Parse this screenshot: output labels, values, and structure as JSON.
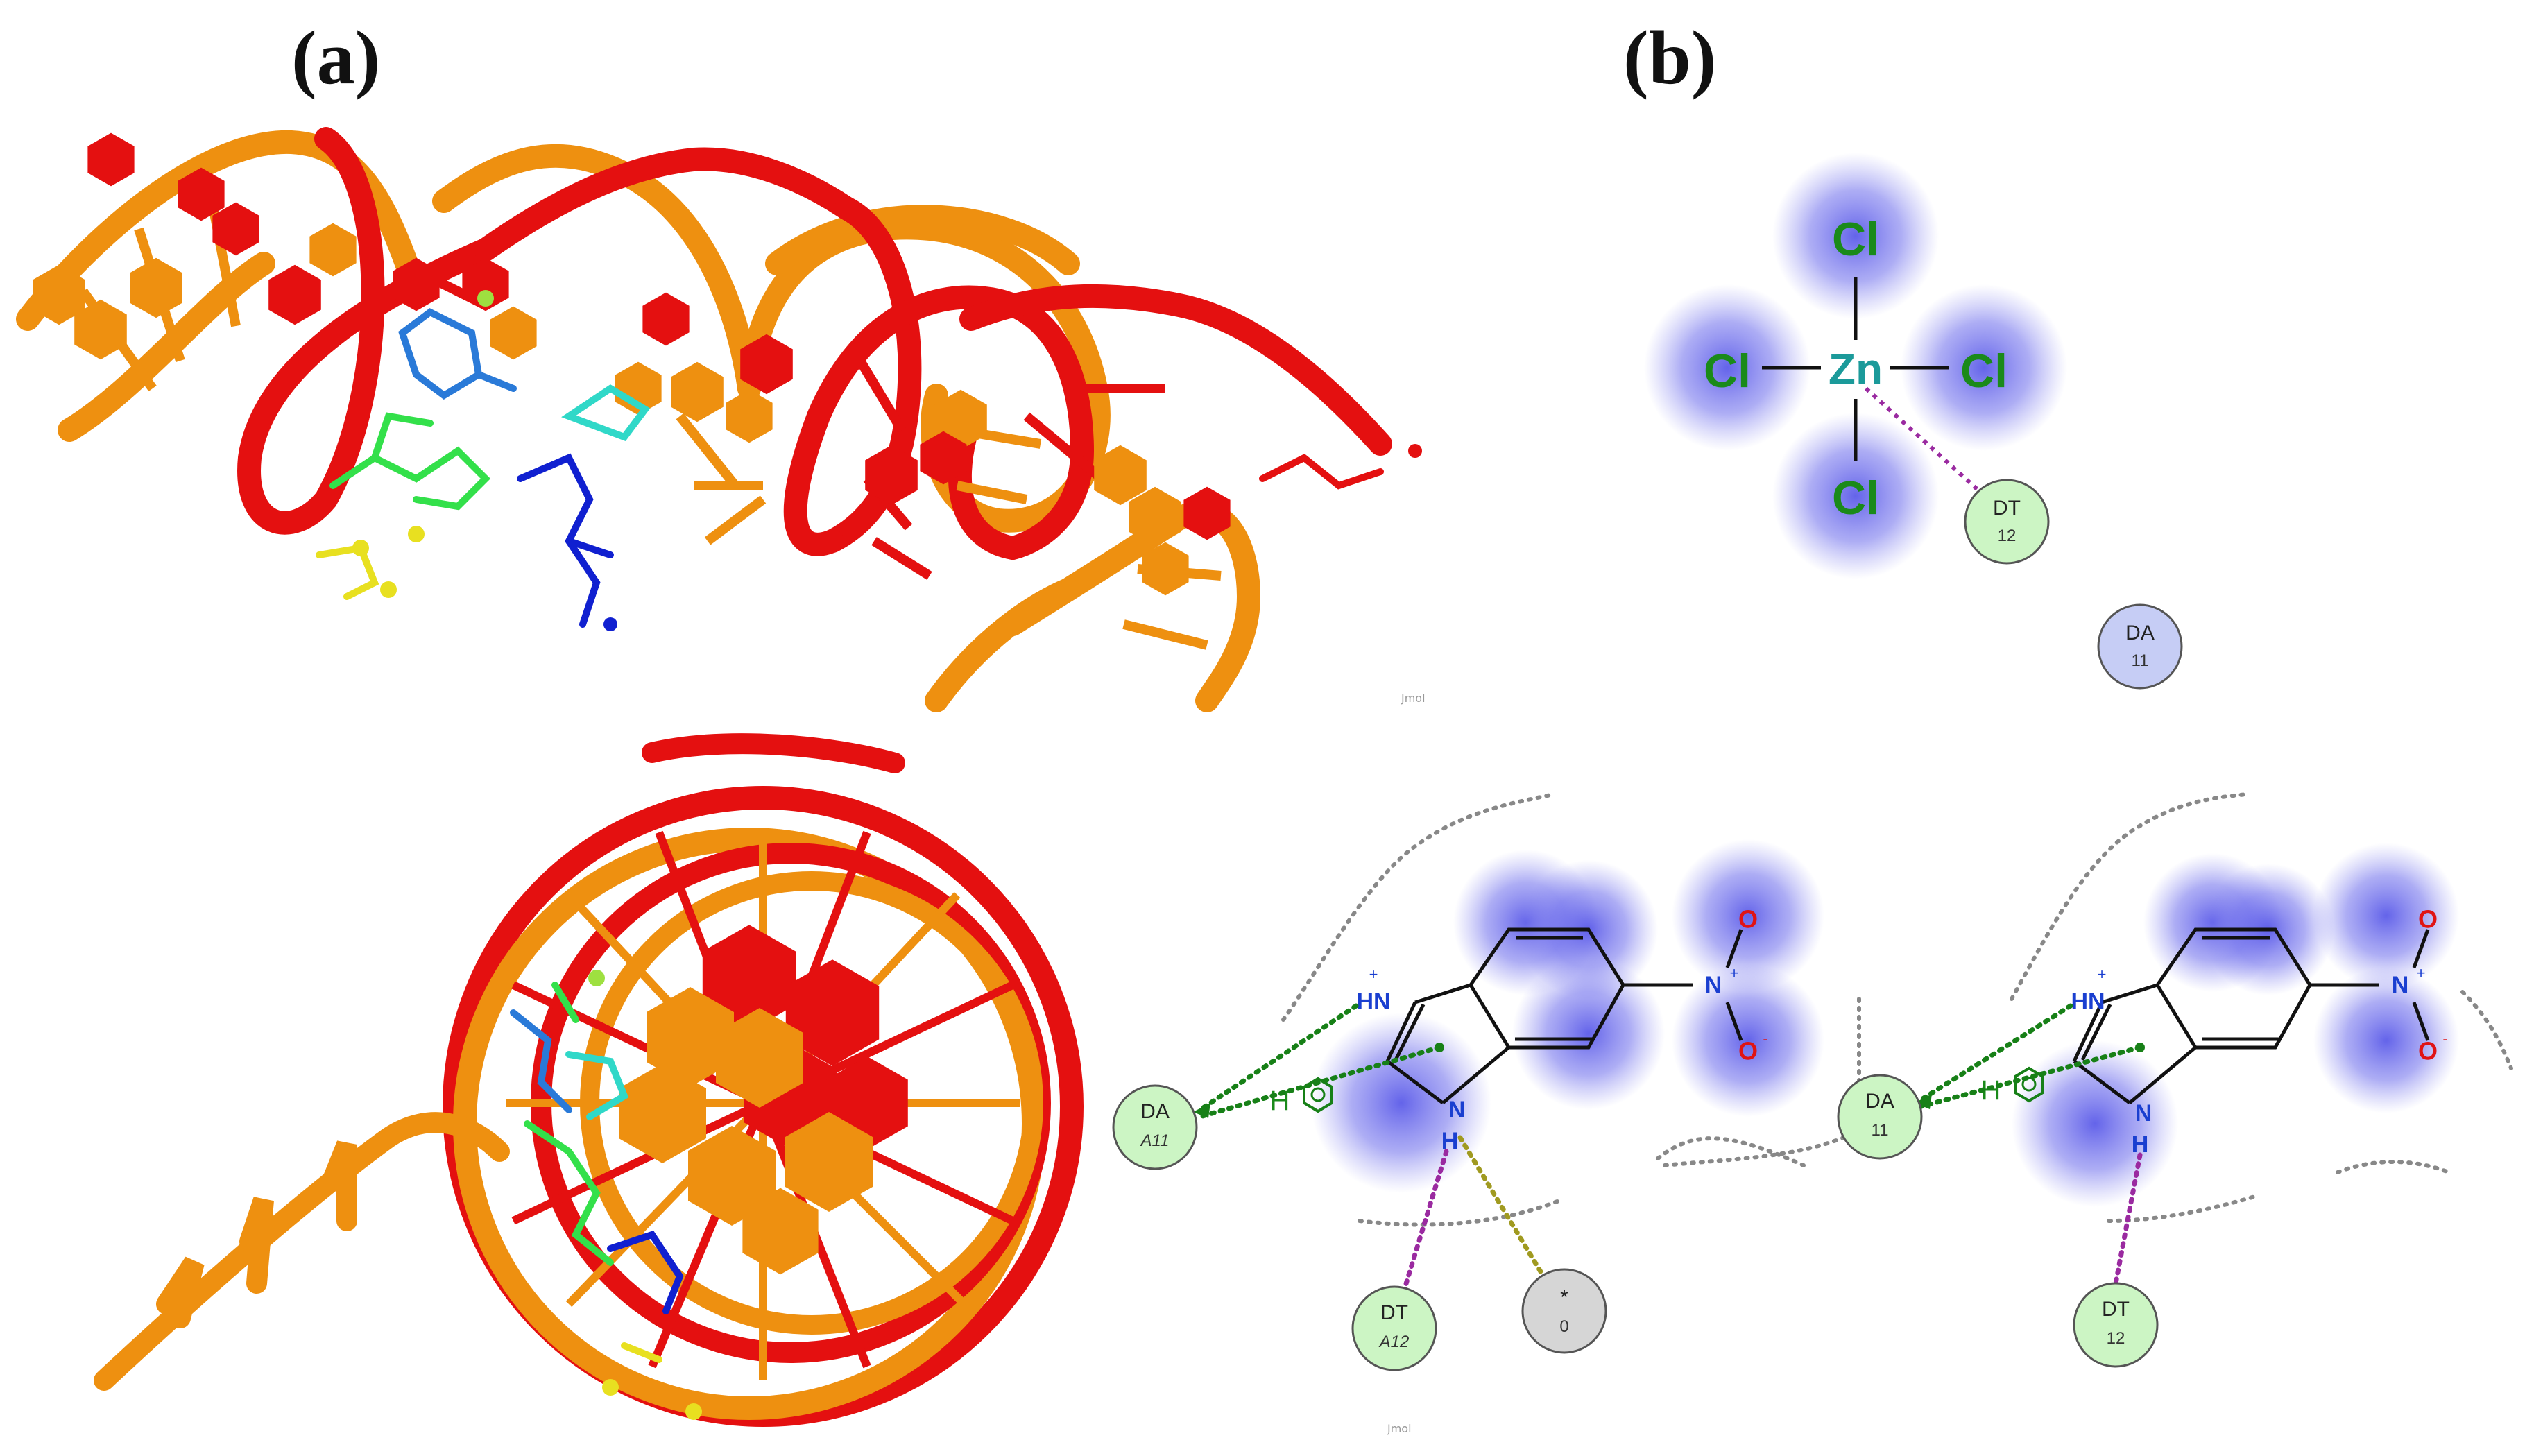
{
  "panels": {
    "a": {
      "label": "(a)",
      "watermark_top": "Jmol",
      "watermark_bottom": "Jmol"
    },
    "b": {
      "label": "(b)"
    }
  },
  "colors": {
    "strand_red": "#e41010",
    "strand_orange": "#ee9010",
    "ligand_green": "#33e04a",
    "ligand_blue": "#1020d0",
    "ligand_cyan": "#30d8c8",
    "ligand_lightblue": "#2a7ad8",
    "ligand_yellow": "#e8e020",
    "halo": "#5a5ae8",
    "residue_green": "#ccf5c4",
    "residue_blue": "#c6cdf5",
    "residue_gray": "#d6d6d6",
    "hbond_green": "#178017",
    "contact_purple": "#9a2aa0",
    "contact_olive": "#a09a20"
  },
  "zncl4": {
    "center": "Zn",
    "ligands": [
      "Cl",
      "Cl",
      "Cl",
      "Cl"
    ],
    "residues": [
      {
        "name": "DT",
        "num": "12",
        "type": "green"
      },
      {
        "name": "DA",
        "num": "11",
        "type": "blue"
      }
    ]
  },
  "complex1": {
    "atoms": {
      "nh_top": "HN",
      "nh_bottom": "N",
      "h_bottom": "H",
      "n_nitro": "N",
      "o_top": "O",
      "o_bottom": "O",
      "h_arene": "H"
    },
    "residues": [
      {
        "name": "DA",
        "num": "A11",
        "type": "green"
      },
      {
        "name": "DT",
        "num": "A12",
        "type": "green"
      },
      {
        "name": "*",
        "num": "0",
        "type": "gray"
      }
    ]
  },
  "complex2": {
    "atoms": {
      "nh_top": "HN",
      "nh_bottom": "N",
      "h_bottom": "H",
      "n_nitro": "N",
      "o_top": "O",
      "o_bottom": "O",
      "h_arene": "H"
    },
    "residues": [
      {
        "name": "DA",
        "num": "11",
        "type": "green"
      },
      {
        "name": "DT",
        "num": "12",
        "type": "green"
      }
    ]
  }
}
